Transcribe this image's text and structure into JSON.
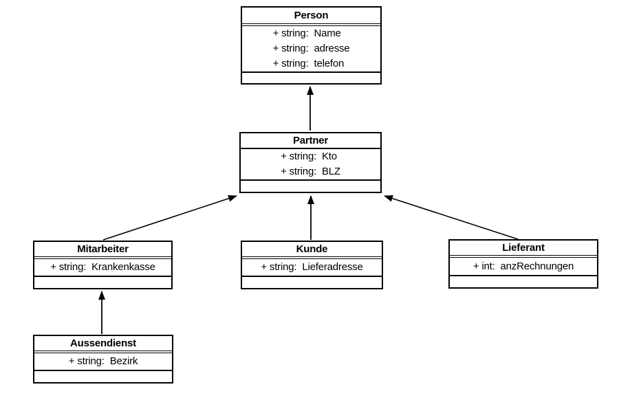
{
  "diagram": {
    "type": "uml-class-diagram",
    "colors": {
      "line": "#000000",
      "background": "#ffffff",
      "text": "#000000"
    },
    "classes": [
      {
        "name": "Person",
        "attributes": [
          "+ string:  Name",
          "+ string:  adresse",
          "+ string:  telefon"
        ],
        "methods": []
      },
      {
        "name": "Partner",
        "attributes": [
          "+ string:  Kto",
          "+ string:  BLZ"
        ],
        "methods": []
      },
      {
        "name": "Mitarbeiter",
        "attributes": [
          "+ string:  Krankenkasse"
        ],
        "methods": []
      },
      {
        "name": "Kunde",
        "attributes": [
          "+ string:  Lieferadresse"
        ],
        "methods": []
      },
      {
        "name": "Lieferant",
        "attributes": [
          "+ int:  anzRechnungen"
        ],
        "methods": []
      },
      {
        "name": "Aussendienst",
        "attributes": [
          "+ string:  Bezirk"
        ],
        "methods": []
      }
    ],
    "edges": [
      {
        "from": "Partner",
        "to": "Person",
        "style": "solid-arrow"
      },
      {
        "from": "Mitarbeiter",
        "to": "Partner",
        "style": "solid-arrow"
      },
      {
        "from": "Kunde",
        "to": "Partner",
        "style": "solid-arrow"
      },
      {
        "from": "Lieferant",
        "to": "Partner",
        "style": "solid-arrow"
      },
      {
        "from": "Aussendienst",
        "to": "Mitarbeiter",
        "style": "solid-arrow"
      }
    ]
  }
}
